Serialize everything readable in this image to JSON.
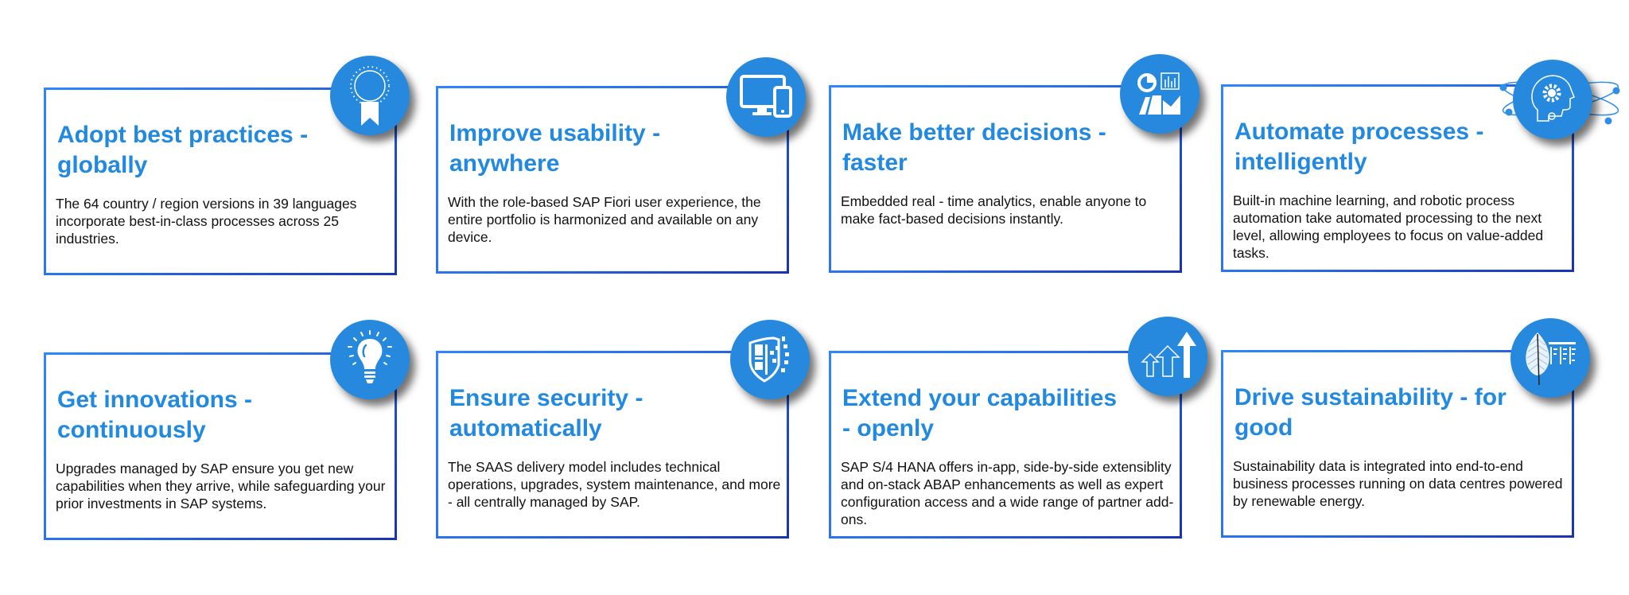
{
  "colors": {
    "heading": "#2189e0",
    "badge": "#2689de",
    "border_start": "#2f86ff",
    "border_end": "#1a33b0",
    "body_text": "#111111"
  },
  "cards": [
    {
      "title": "Adopt best practices - globally",
      "description": "The 64 country / region versions in 39  languages incorporate best-in-class processes across 25 industries.",
      "icon": "award-ribbon-icon"
    },
    {
      "title": "Improve usability - anywhere",
      "description": "With the role-based SAP Fiori user experience, the entire portfolio is harmonized and available on any device.",
      "icon": "monitor-phone-icon"
    },
    {
      "title": "Make better decisions - faster",
      "description": "Embedded real - time analytics, enable anyone to make fact-based decisions instantly.",
      "icon": "analytics-charts-icon"
    },
    {
      "title": "Automate processes - intelligently",
      "description": "Built-in machine learning, and robotic process automation take automated processing to the next level, allowing employees to focus on value-added tasks.",
      "icon": "ai-head-gear-icon"
    },
    {
      "title": "Get innovations - continuously",
      "description": "Upgrades managed by SAP ensure you get new capabilities when they arrive, while safeguarding your prior investments in SAP systems.",
      "icon": "lightbulb-icon"
    },
    {
      "title": "Ensure security - automatically",
      "description": "The SAAS delivery model includes technical operations, upgrades, system maintenance, and more - all centrally managed by SAP.",
      "icon": "security-shield-icon"
    },
    {
      "title": "Extend your capabilities - openly",
      "description": "SAP S/4 HANA offers in-app, side-by-side extensiblity and on-stack ABAP enhancements as well as expert configuration access and a wide range of partner add-ons.",
      "icon": "growth-arrows-icon"
    },
    {
      "title": "Drive sustainability - for good",
      "description": "Sustainability data is integrated into end-to-end business processes running on data centres powered by renewable energy.",
      "icon": "leaf-data-icon"
    }
  ]
}
